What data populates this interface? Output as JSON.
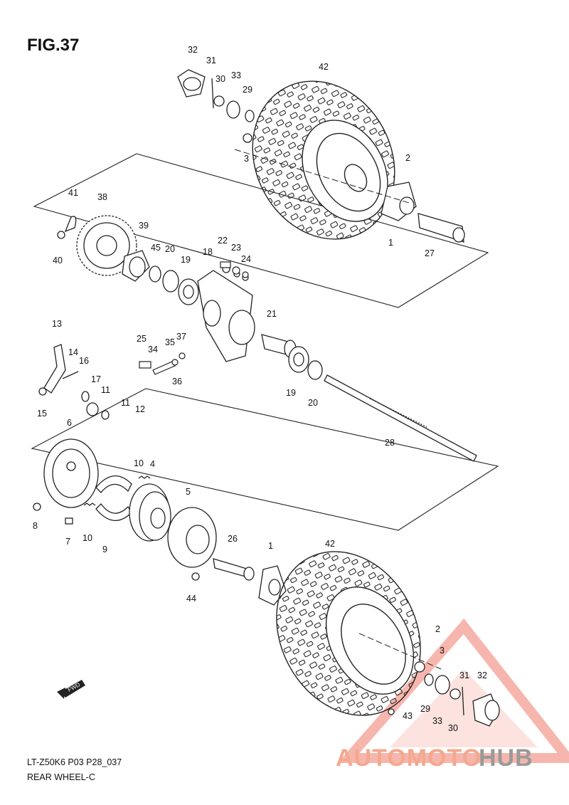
{
  "figure": {
    "title": "FIG.37",
    "model_code": "LT-Z50K6 P03 P28_037",
    "subtitle": "REAR WHEEL-C",
    "fwd_label": "FWD"
  },
  "callouts": [
    "1",
    "1",
    "2",
    "2",
    "3",
    "3",
    "4",
    "5",
    "6",
    "7",
    "8",
    "9",
    "10",
    "10",
    "11",
    "11",
    "12",
    "13",
    "14",
    "15",
    "16",
    "17",
    "18",
    "19",
    "19",
    "20",
    "20",
    "21",
    "22",
    "23",
    "24",
    "25",
    "26",
    "27",
    "28",
    "29",
    "29",
    "30",
    "30",
    "31",
    "31",
    "32",
    "32",
    "33",
    "33",
    "34",
    "35",
    "36",
    "37",
    "38",
    "39",
    "40",
    "41",
    "42",
    "42",
    "43",
    "44",
    "45"
  ],
  "watermark": {
    "part1": "AUTOMOTO",
    "part2": "HUB",
    "color1": "#f2a98f",
    "color2": "#9a9a9a"
  }
}
